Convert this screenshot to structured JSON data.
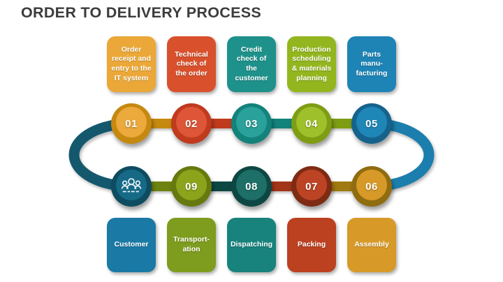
{
  "title": "ORDER TO DELIVERY PROCESS",
  "title_color": "#3C3C3C",
  "loops": {
    "left_color": "#14586E",
    "right_color": "#1C7EAD"
  },
  "top_row": {
    "boxes": [
      {
        "label": "Order receipt and entry to the IT system",
        "color": "#EBA838"
      },
      {
        "label": "Technical check of the order",
        "color": "#D8512C"
      },
      {
        "label": "Credit check of the customer",
        "color": "#1E918B"
      },
      {
        "label": "Production scheduling & materials planning",
        "color": "#93B61E"
      },
      {
        "label": "Parts manu-facturing",
        "color": "#1E83B5"
      }
    ],
    "circles": [
      {
        "number": "01",
        "ring": "#C6890F",
        "fill": "#ECA93C",
        "connector_right": "#C6890F"
      },
      {
        "number": "02",
        "ring": "#C03A1E",
        "fill": "#DE5637",
        "connector_right": "#C03A1E"
      },
      {
        "number": "03",
        "ring": "#12827B",
        "fill": "#2AA19A",
        "connector_right": "#12827B"
      },
      {
        "number": "04",
        "ring": "#7E9D13",
        "fill": "#9EC02B",
        "connector_right": "#7E9D13"
      },
      {
        "number": "05",
        "ring": "#15638C",
        "fill": "#1F87B8"
      }
    ]
  },
  "bottom_row": {
    "boxes": [
      {
        "label": "Customer",
        "color": "#1B79A5"
      },
      {
        "label": "Transport-ation",
        "color": "#7E9C1D"
      },
      {
        "label": "Dispatching",
        "color": "#18827C"
      },
      {
        "label": "Packing",
        "color": "#BC4120"
      },
      {
        "label": "Assembly",
        "color": "#D79A28"
      }
    ],
    "circles": [
      {
        "icon": "customers-icon",
        "ring": "#0E4C61",
        "fill": "#166A86",
        "connector_right": "#6E8210"
      },
      {
        "number": "09",
        "ring": "#66790E",
        "fill": "#8CA41C",
        "connector_right": "#0D4743"
      },
      {
        "number": "08",
        "ring": "#0D4743",
        "fill": "#1D6F68",
        "connector_right": "#A23518"
      },
      {
        "number": "07",
        "ring": "#7E2B14",
        "fill": "#BC4424",
        "connector_right": "#A07A10"
      },
      {
        "number": "06",
        "ring": "#8F6C0F",
        "fill": "#D79A28"
      }
    ]
  }
}
